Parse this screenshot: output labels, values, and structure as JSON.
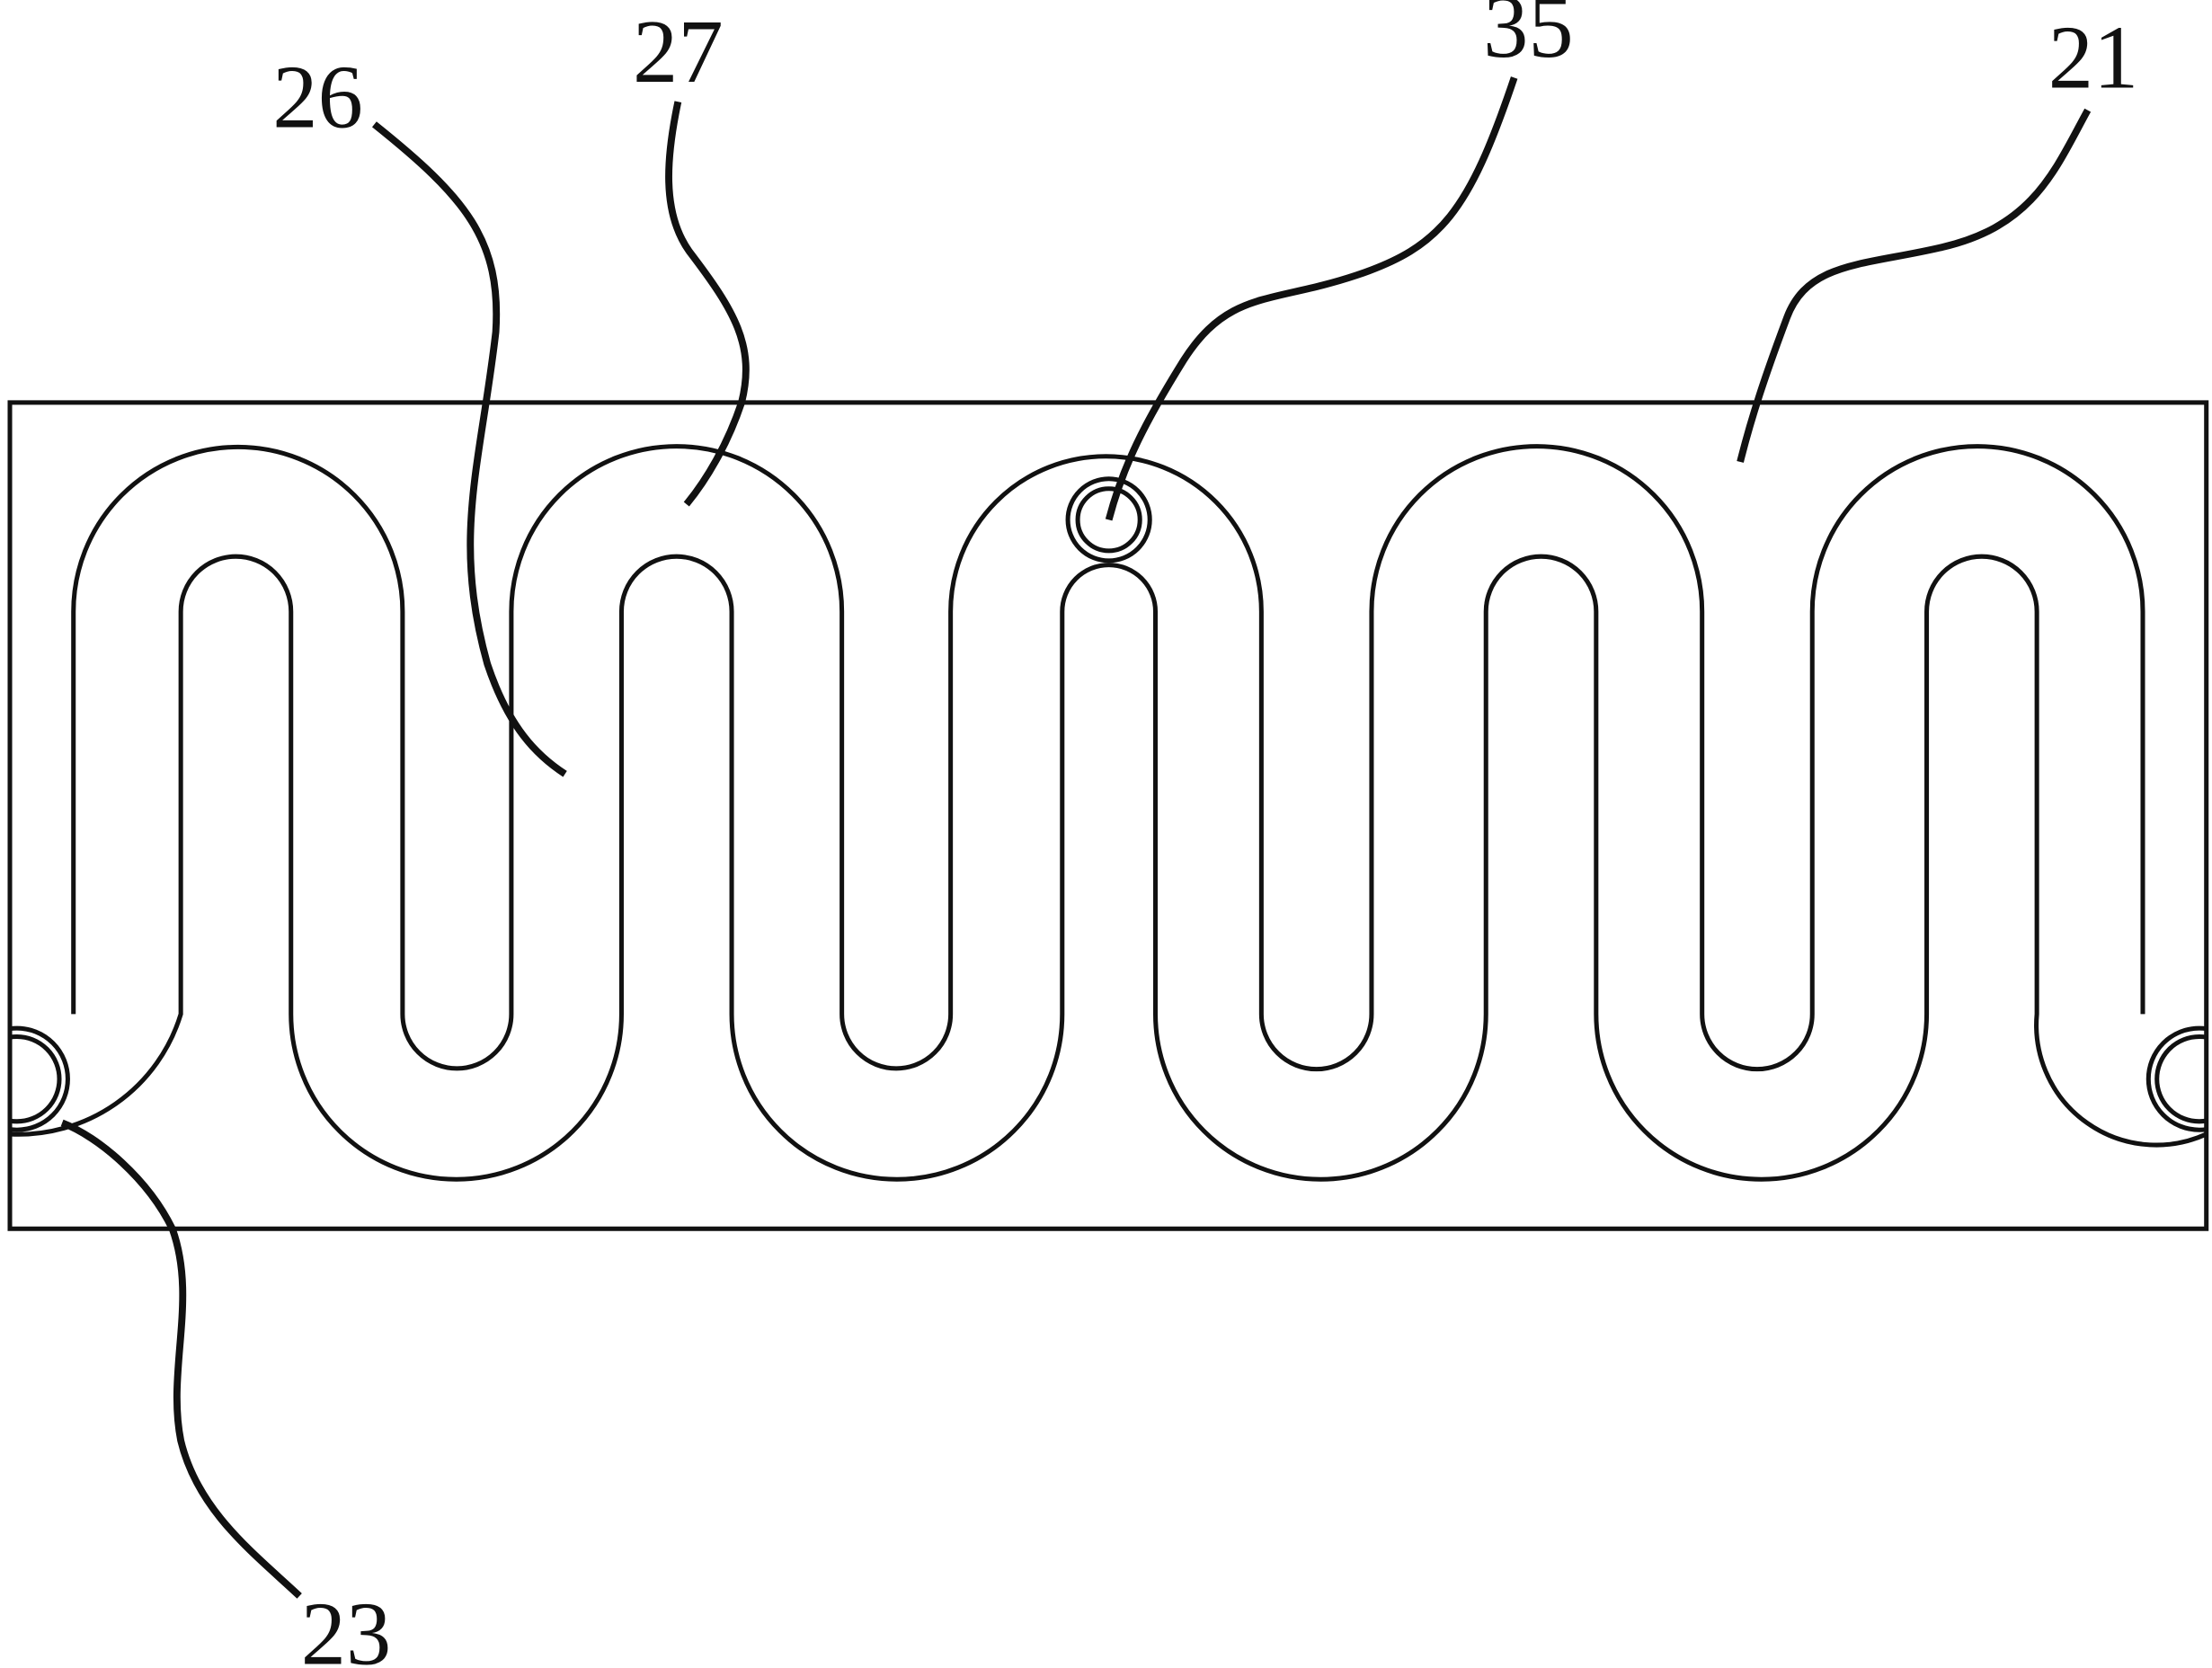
{
  "diagram": {
    "type": "technical-drawing",
    "colors": {
      "stroke": "#111111",
      "background": "#ffffff"
    },
    "callouts": [
      {
        "id": "plate",
        "text": "21"
      },
      {
        "id": "end-hole",
        "text": "23"
      },
      {
        "id": "groove",
        "text": "26"
      },
      {
        "id": "ridge",
        "text": "27"
      },
      {
        "id": "center-hole",
        "text": "35"
      }
    ]
  }
}
